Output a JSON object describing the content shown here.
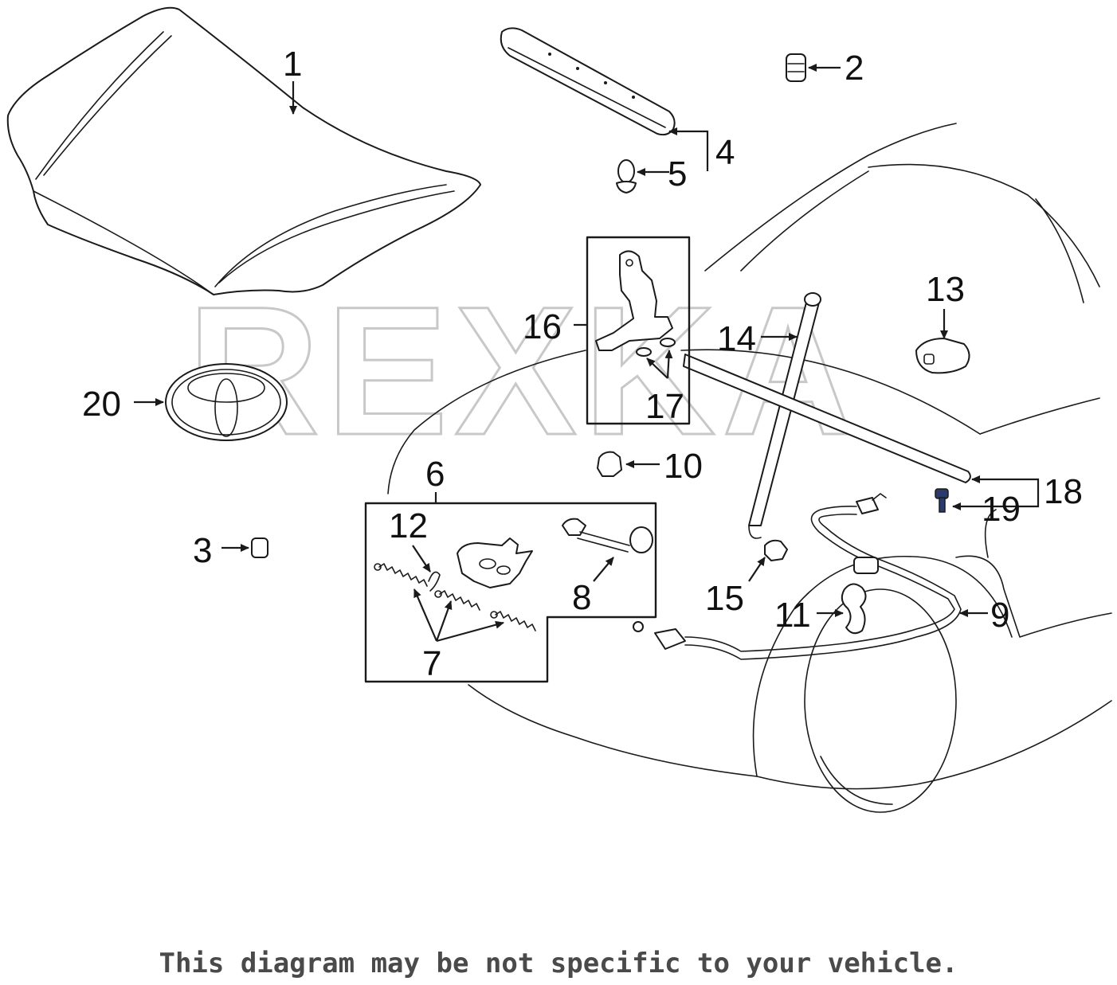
{
  "watermark": "REXKA",
  "disclaimer": "This diagram may be not specific to your vehicle.",
  "callouts": {
    "c1": "1",
    "c2": "2",
    "c3": "3",
    "c4": "4",
    "c5": "5",
    "c6": "6",
    "c7": "7",
    "c8": "8",
    "c9": "9",
    "c10": "10",
    "c11": "11",
    "c12": "12",
    "c13": "13",
    "c14": "14",
    "c15": "15",
    "c16": "16",
    "c17": "17",
    "c18": "18",
    "c19": "19",
    "c20": "20"
  },
  "colors": {
    "line": "#1a1a1a",
    "watermark": "#c8c8c8",
    "bolt": "#2a3a6a",
    "disclaimer": "#4a4a4a"
  }
}
